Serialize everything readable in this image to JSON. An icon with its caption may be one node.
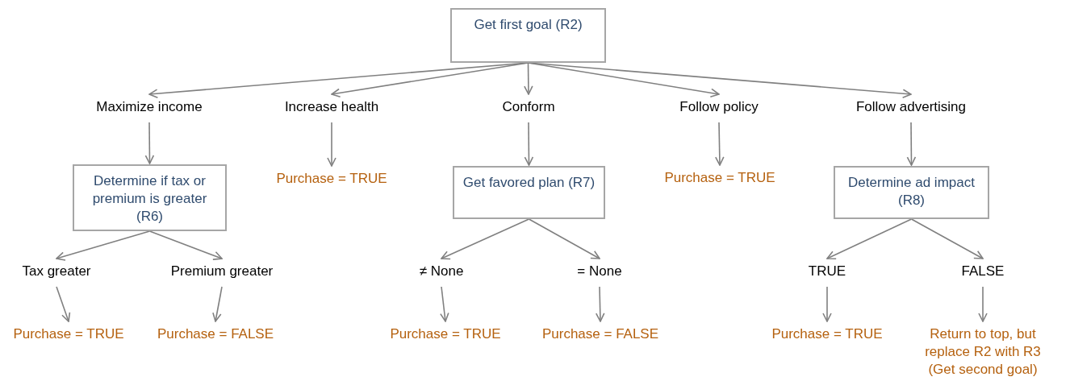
{
  "diagram": {
    "nodes": [
      {
        "text": [
          "Get first goal (R2)"
        ]
      },
      {
        "text": [
          "Maximize income"
        ]
      },
      {
        "text": [
          "Increase health"
        ]
      },
      {
        "text": [
          "Conform"
        ]
      },
      {
        "text": [
          "Follow policy"
        ]
      },
      {
        "text": [
          "Follow advertising"
        ]
      },
      {
        "text": [
          "Determine if tax or premium is greater (R6)"
        ]
      },
      {
        "text": [
          "Purchase = TRUE"
        ]
      },
      {
        "text": [
          "Get favored plan (R7)"
        ]
      },
      {
        "text": [
          "Purchase = TRUE"
        ]
      },
      {
        "text": [
          "Determine ad impact (R8)"
        ]
      },
      {
        "text": [
          "Tax greater"
        ]
      },
      {
        "text": [
          "Premium greater"
        ]
      },
      {
        "text": [
          "Purchase = TRUE"
        ]
      },
      {
        "text": [
          "Purchase = FALSE"
        ]
      },
      {
        "text": [
          "≠ None"
        ]
      },
      {
        "text": [
          "= None"
        ]
      },
      {
        "text": [
          "Purchase = TRUE"
        ]
      },
      {
        "text": [
          "Purchase = FALSE"
        ]
      },
      {
        "text": [
          "TRUE"
        ]
      },
      {
        "text": [
          "FALSE"
        ]
      },
      {
        "text": [
          "Purchase = TRUE"
        ]
      },
      {
        "text": [
          "Return to top, but replace R2 with R3 (Get second goal)"
        ]
      }
    ],
    "edges": [
      {
        "from": 0,
        "to": 1,
        "arrow": "to"
      },
      {
        "from": 0,
        "to": 2,
        "arrow": "to"
      },
      {
        "from": 0,
        "to": 3,
        "arrow": "to"
      },
      {
        "from": 0,
        "to": 4,
        "arrow": "to"
      },
      {
        "from": 0,
        "to": 5,
        "arrow": "to"
      },
      {
        "from": 1,
        "to": 6,
        "arrow": "to"
      },
      {
        "from": 2,
        "to": 7,
        "arrow": "to"
      },
      {
        "from": 3,
        "to": 8,
        "arrow": "to"
      },
      {
        "from": 4,
        "to": 9,
        "arrow": "to"
      },
      {
        "from": 5,
        "to": 10,
        "arrow": "to"
      },
      {
        "from": 6,
        "to": 11,
        "arrow": "to"
      },
      {
        "from": 6,
        "to": 12,
        "arrow": "to"
      },
      {
        "from": 11,
        "to": 13,
        "arrow": "to"
      },
      {
        "from": 12,
        "to": 14,
        "arrow": "to"
      },
      {
        "from": 8,
        "to": 15,
        "arrow": "to"
      },
      {
        "from": 8,
        "to": 16,
        "arrow": "to"
      },
      {
        "from": 15,
        "to": 17,
        "arrow": "to"
      },
      {
        "from": 16,
        "to": 18,
        "arrow": "to"
      },
      {
        "from": 10,
        "to": 19,
        "arrow": "to"
      },
      {
        "from": 10,
        "to": 20,
        "arrow": "to"
      },
      {
        "from": 19,
        "to": 21,
        "arrow": "to"
      },
      {
        "from": 20,
        "to": 22,
        "arrow": "to"
      }
    ]
  }
}
